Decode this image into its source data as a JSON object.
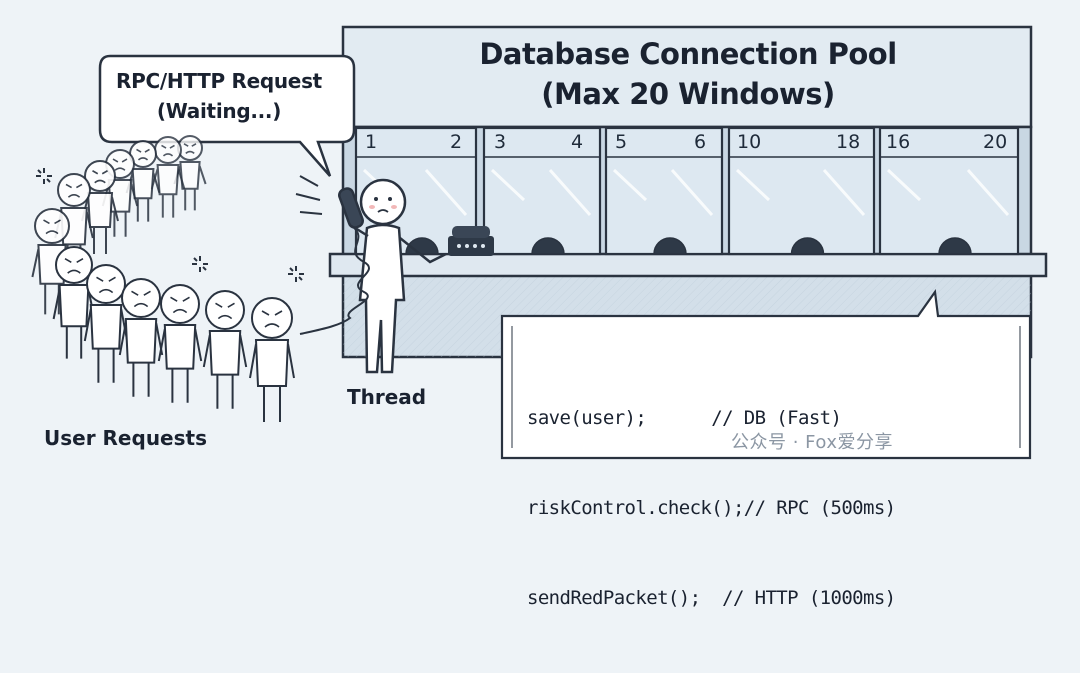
{
  "diagram": {
    "pool_title": {
      "line1": "Database Connection Pool",
      "line2": "(Max 20 Windows)"
    },
    "speech_bubble": {
      "line1": "RPC/HTTP Request",
      "line2": "(Waiting...)"
    },
    "windows": [
      {
        "left": "1",
        "right": "2"
      },
      {
        "left": "3",
        "right": "4"
      },
      {
        "left": "5",
        "right": "6"
      },
      {
        "left": "10",
        "right": "18"
      },
      {
        "left": "16",
        "right": "20"
      }
    ],
    "code_lines": [
      "save(user);      // DB (Fast)",
      "riskControl.check();// RPC (500ms)",
      "sendRedPacket();  // HTTP (1000ms)"
    ],
    "labels": {
      "thread": "Thread",
      "user_requests": "User Requests"
    },
    "watermark": "公众号 · Fox爱分享",
    "colors": {
      "background": "#eef3f7",
      "counter": "#cfdde8",
      "glass": "#dde8f1",
      "ink": "#2a3340"
    }
  }
}
